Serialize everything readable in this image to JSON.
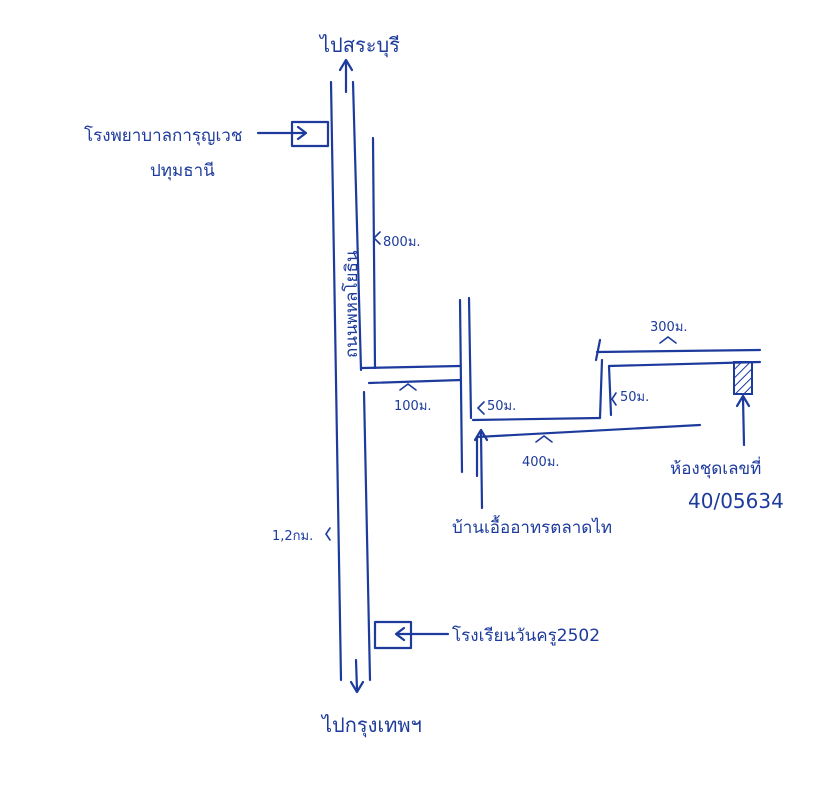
{
  "labels": {
    "north_direction": "ไปสระบุรี",
    "south_direction": "ไปกรุงเทพฯ",
    "hospital_line1": "โรงพยาบาลการุญเวช",
    "hospital_line2": "ปทุมธานี",
    "main_road": "ถนนพหลโยธิน",
    "school": "โรงเรียนวันครู2502",
    "village": "บ้านเอื้ออาทรตลาดไท",
    "unit_title": "ห้องชุดเลขที่",
    "unit_number": "40/05634"
  },
  "distances": {
    "north_segment": "800ม.",
    "south_segment": "1,2กม.",
    "soi_crossing": "100ม.",
    "village_entry": "50ม.",
    "village_road": "400ม.",
    "upper_rise": "50ม.",
    "upper_road": "300ม."
  },
  "colors": {
    "ink": "#1d3b9c",
    "paper": "#ffffff"
  }
}
